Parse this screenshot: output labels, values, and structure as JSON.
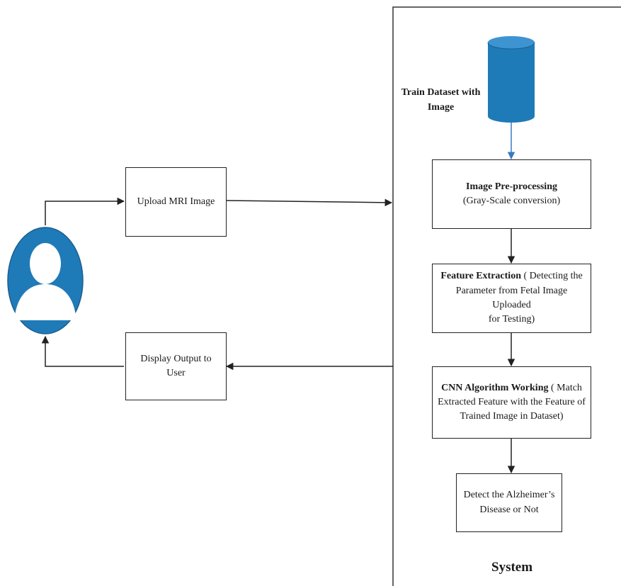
{
  "user": {
    "label": "USER"
  },
  "dataset": {
    "label_line1": "Train Dataset with",
    "label_line2": "Image"
  },
  "upload_box": {
    "label": "Upload MRI Image"
  },
  "display_box": {
    "label": "Display Output to User"
  },
  "preprocess_box": {
    "title": "Image Pre-processing",
    "subtitle": "(Gray-Scale conversion)"
  },
  "feature_box": {
    "title": "Feature Extraction",
    "text_line1": " ( Detecting the",
    "text_line2": "Parameter from Fetal Image Uploaded",
    "text_line3": "for Testing)"
  },
  "cnn_box": {
    "title": "CNN Algorithm Working",
    "text_line1": " ( Match",
    "text_line2": "Extracted Feature with the Feature of",
    "text_line3": "Trained Image in Dataset)"
  },
  "detect_box": {
    "line1": "Detect the Alzheimer’s",
    "line2": "Disease or Not"
  },
  "system": {
    "label": "System"
  },
  "colors": {
    "accent_blue": "#1f7ab8",
    "arrow_blue": "#3a78c2",
    "line": "#222222"
  }
}
